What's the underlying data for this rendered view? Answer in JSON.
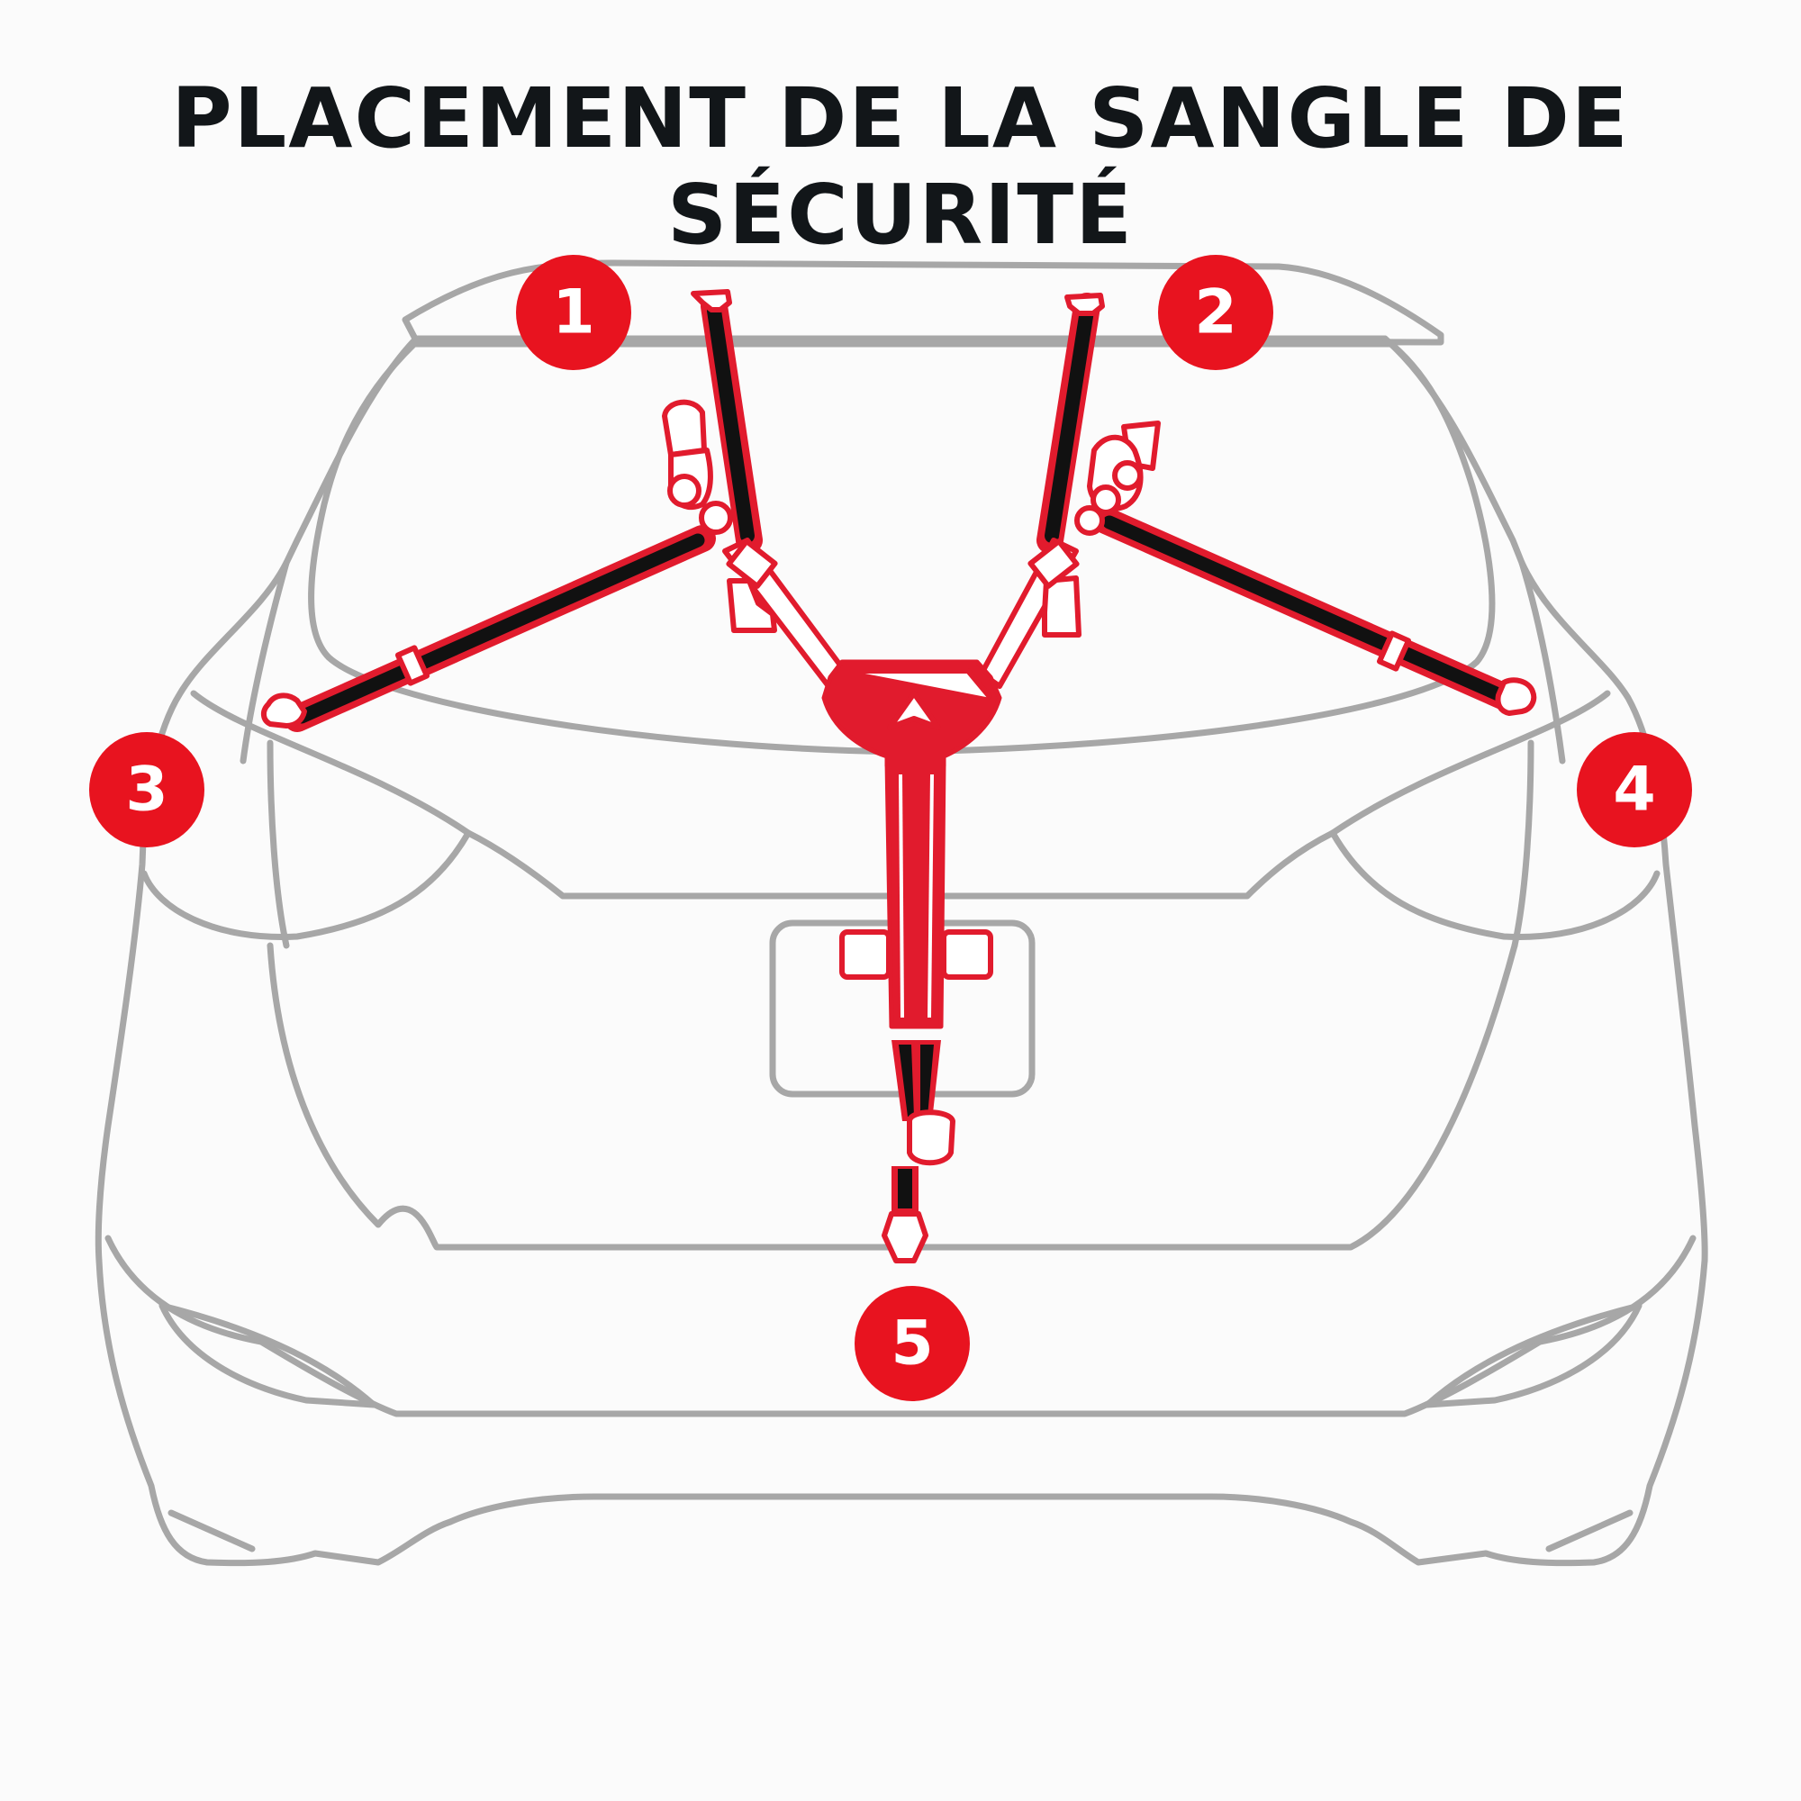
{
  "title": "PLACEMENT DE LA SANGLE DE SÉCURITÉ",
  "markers": [
    {
      "label": "1"
    },
    {
      "label": "2"
    },
    {
      "label": "3"
    },
    {
      "label": "4"
    },
    {
      "label": "5"
    }
  ],
  "colors": {
    "marker": "#e8131f",
    "strap_outline": "#e11b2d",
    "webbing": "#111111",
    "car_outline": "#a7a7a7",
    "title": "#121619"
  },
  "icons": [
    "car-rear-outline",
    "harness-logo-icon"
  ]
}
